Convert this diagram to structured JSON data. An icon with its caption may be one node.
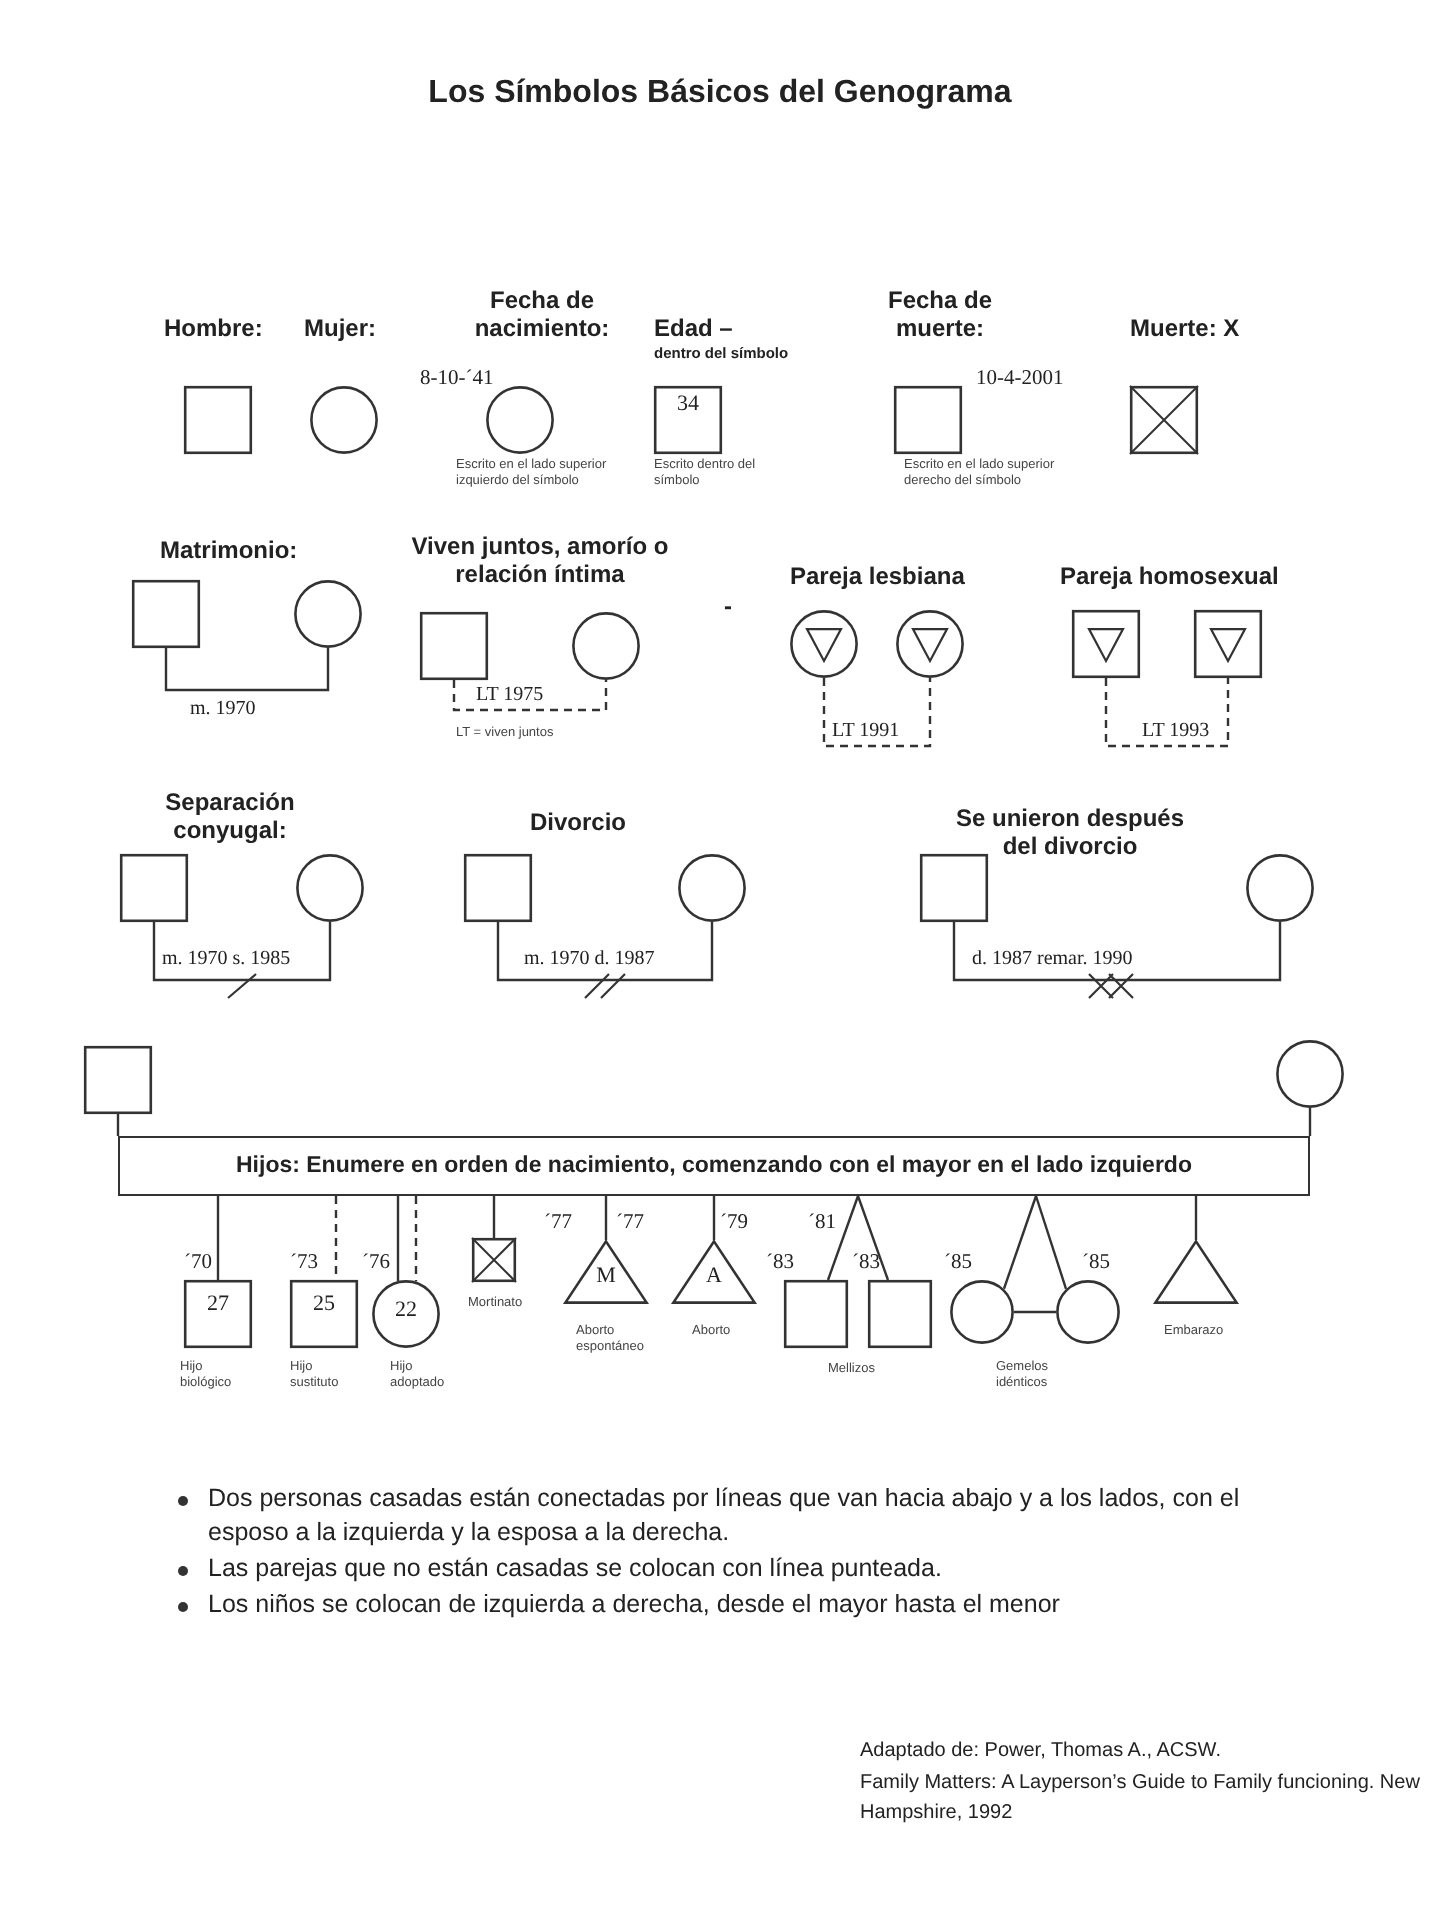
{
  "diagram": {
    "title": "Los Símbolos Básicos del Genograma",
    "nodes": [
      {
        "text": [],
        "shape": "box",
        "beside": [
          "Hombre:"
        ]
      },
      {
        "text": [],
        "shape": "circle",
        "beside": [
          "Mujer:"
        ]
      },
      {
        "text": [],
        "shape": "circle",
        "beside": [
          "Fecha de nacimiento:",
          "8-10-´41",
          "Escrito en el lado superior izquierdo del símbolo"
        ]
      },
      {
        "text": [
          "34"
        ],
        "beside": [
          "Edad –",
          "dentro del símbolo",
          "Escrito dentro del símbolo"
        ]
      },
      {
        "text": [],
        "shape": "box",
        "beside": [
          "Fecha de muerte:",
          "10-4-2001",
          "Escrito en el lado superior derecho del símbolo"
        ]
      },
      {
        "text": [],
        "shape": "box",
        "beside": [
          "Muerte: X"
        ]
      },
      {
        "text": [],
        "shape": "box"
      },
      {
        "text": [],
        "shape": "circle"
      },
      {
        "text": [],
        "shape": "box"
      },
      {
        "text": [],
        "shape": "circle"
      },
      {
        "text": [],
        "shape": "circle"
      },
      {
        "text": [],
        "shape": "circle"
      },
      {
        "text": [],
        "shape": "box"
      },
      {
        "text": [],
        "shape": "box"
      },
      {
        "text": [],
        "shape": "box"
      },
      {
        "text": [],
        "shape": "circle"
      },
      {
        "text": [],
        "shape": "box"
      },
      {
        "text": [],
        "shape": "circle"
      },
      {
        "text": [],
        "shape": "box"
      },
      {
        "text": [],
        "shape": "circle"
      },
      {
        "text": [],
        "shape": "box"
      },
      {
        "text": [],
        "shape": "circle"
      },
      {
        "text": [
          "Hijos: Enumere en orden de nacimiento, comenzando con el mayor en el lado izquierdo"
        ]
      },
      {
        "text": [
          "27"
        ],
        "beside": [
          "´70",
          "Hijo biológico"
        ]
      },
      {
        "text": [
          "25"
        ],
        "beside": [
          "´73",
          "Hijo sustituto"
        ]
      },
      {
        "text": [
          "22"
        ],
        "beside": [
          "´76",
          "Hijo adoptado"
        ]
      },
      {
        "text": [],
        "shape": "box",
        "beside": [
          "Mortinato"
        ]
      },
      {
        "text": [
          "M"
        ],
        "beside": [
          "´77",
          "´77",
          "Aborto espontáneo"
        ]
      },
      {
        "text": [
          "A"
        ],
        "beside": [
          "´79",
          "Aborto"
        ]
      },
      {
        "text": [],
        "shape": "box",
        "beside": [
          "´83"
        ]
      },
      {
        "text": [],
        "shape": "box",
        "beside": [
          "´83"
        ]
      },
      {
        "text": [],
        "shape": "circle",
        "beside": [
          "´85"
        ]
      },
      {
        "text": [],
        "shape": "circle",
        "beside": [
          "´85"
        ]
      },
      {
        "text": [],
        "shape": "triangle",
        "beside": [
          "Embarazo"
        ]
      }
    ],
    "edges": [
      {
        "from": 6,
        "to": 7,
        "arrow": "none",
        "label": "m. 1970"
      },
      {
        "from": 8,
        "to": 9,
        "arrow": "none",
        "label": "LT 1975",
        "style": "dashed"
      },
      {
        "from": 10,
        "to": 11,
        "arrow": "none",
        "label": "LT 1991",
        "style": "dashed"
      },
      {
        "from": 12,
        "to": 13,
        "arrow": "none",
        "label": "LT 1993",
        "style": "dashed"
      },
      {
        "from": 14,
        "to": 15,
        "arrow": "none",
        "label": "m. 1970 s. 1985"
      },
      {
        "from": 16,
        "to": 17,
        "arrow": "none",
        "label": "m. 1970 d. 1987"
      },
      {
        "from": 18,
        "to": 19,
        "arrow": "none",
        "label": "d. 1987 remar. 1990"
      },
      {
        "from": 20,
        "to": 22,
        "arrow": "none"
      },
      {
        "from": 21,
        "to": 22,
        "arrow": "none"
      },
      {
        "from": 22,
        "to": 23,
        "arrow": "none"
      },
      {
        "from": 22,
        "to": 24,
        "arrow": "none",
        "style": "dashed"
      },
      {
        "from": 22,
        "to": 25,
        "arrow": "none"
      },
      {
        "from": 22,
        "to": 25,
        "arrow": "none",
        "style": "dashed"
      },
      {
        "from": 22,
        "to": 26,
        "arrow": "none"
      },
      {
        "from": 22,
        "to": 27,
        "arrow": "none"
      },
      {
        "from": 22,
        "to": 28,
        "arrow": "none"
      },
      {
        "from": 22,
        "to": 29,
        "arrow": "none"
      },
      {
        "from": 22,
        "to": 30,
        "arrow": "none"
      },
      {
        "from": 22,
        "to": 31,
        "arrow": "none"
      },
      {
        "from": 22,
        "to": 32,
        "arrow": "none"
      },
      {
        "from": 31,
        "to": 32,
        "arrow": "none"
      },
      {
        "from": 22,
        "to": 33,
        "arrow": "none"
      }
    ],
    "labels": [
      "Matrimonio:",
      "Viven juntos, amorío o relación íntima",
      "-",
      "Pareja lesbiana",
      "Pareja homosexual",
      "LT = viven juntos",
      "Separación conyugal:",
      "Divorcio",
      "Se unieron después del divorcio",
      "´81",
      "Mellizos",
      "Gemelos idénticos",
      "Dos personas casadas están conectadas por líneas que van hacia abajo y a los lados, con el esposo a la izquierda y la esposa a la derecha.",
      "Las parejas que no están casadas se colocan con línea punteada.",
      "Los niños se colocan de izquierda a derecha, desde el mayor hasta el menor",
      "Adaptado de: Power, Thomas A., ACSW.",
      "Family Matters: A Layperson’s Guide to Family funcioning. New Hampshire, 1992"
    ]
  }
}
